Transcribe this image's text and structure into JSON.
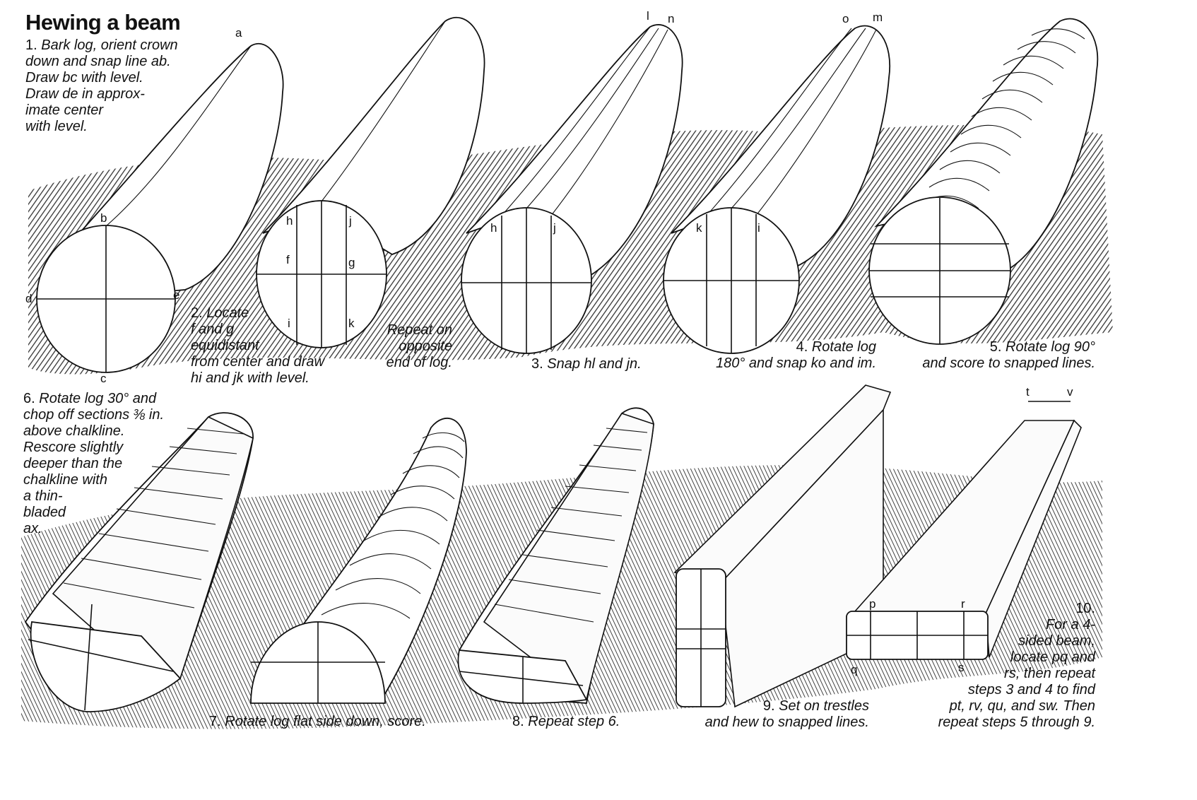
{
  "title": "Hewing a beam",
  "steps": [
    {
      "num": "1.",
      "lines": [
        "Bark log, orient crown",
        "down and snap line ab.",
        "Draw bc with level.",
        "Draw de in approx-",
        "imate center",
        "with level."
      ]
    },
    {
      "num": "2.",
      "lines": [
        "Locate",
        "f and g",
        "equidistant",
        "from center and draw",
        "hi and jk with level."
      ]
    },
    {
      "num": "",
      "lines": [
        "Repeat on",
        "opposite",
        "end of log."
      ]
    },
    {
      "num": "3.",
      "lines": [
        "Snap hl and jn."
      ]
    },
    {
      "num": "4.",
      "lines": [
        "Rotate log",
        "180° and snap ko and im."
      ]
    },
    {
      "num": "5.",
      "lines": [
        "Rotate log 90°",
        "and score to snapped lines."
      ]
    },
    {
      "num": "6.",
      "lines": [
        "Rotate log 30° and",
        "chop off sections ⅜ in.",
        "above chalkline.",
        "Rescore slightly",
        "deeper than the",
        "chalkline with",
        "a thin-",
        "bladed",
        "ax."
      ]
    },
    {
      "num": "7.",
      "lines": [
        "Rotate log flat side down, score."
      ]
    },
    {
      "num": "8.",
      "lines": [
        "Repeat step 6."
      ]
    },
    {
      "num": "9.",
      "lines": [
        "Set on trestles",
        "and hew to snapped lines."
      ]
    },
    {
      "num": "10.",
      "lines": [
        "For a 4-",
        "sided beam,",
        "locate pq and",
        "rs, then repeat",
        "steps 3 and 4 to find",
        "pt, rv, qu, and sw. Then",
        "repeat steps 5 through 9."
      ]
    }
  ],
  "point_labels": {
    "fig1": [
      "a",
      "b",
      "c",
      "d",
      "e"
    ],
    "fig2": [
      "h",
      "j",
      "f",
      "g",
      "i",
      "k"
    ],
    "fig3": [
      "l",
      "n",
      "h",
      "j"
    ],
    "fig4": [
      "o",
      "m",
      "k",
      "i"
    ],
    "fig10": [
      "t",
      "v",
      "p",
      "r",
      "q",
      "s"
    ]
  },
  "colors": {
    "ink": "#111111",
    "paper": "#ffffff",
    "shade": "#3a3a3a"
  }
}
